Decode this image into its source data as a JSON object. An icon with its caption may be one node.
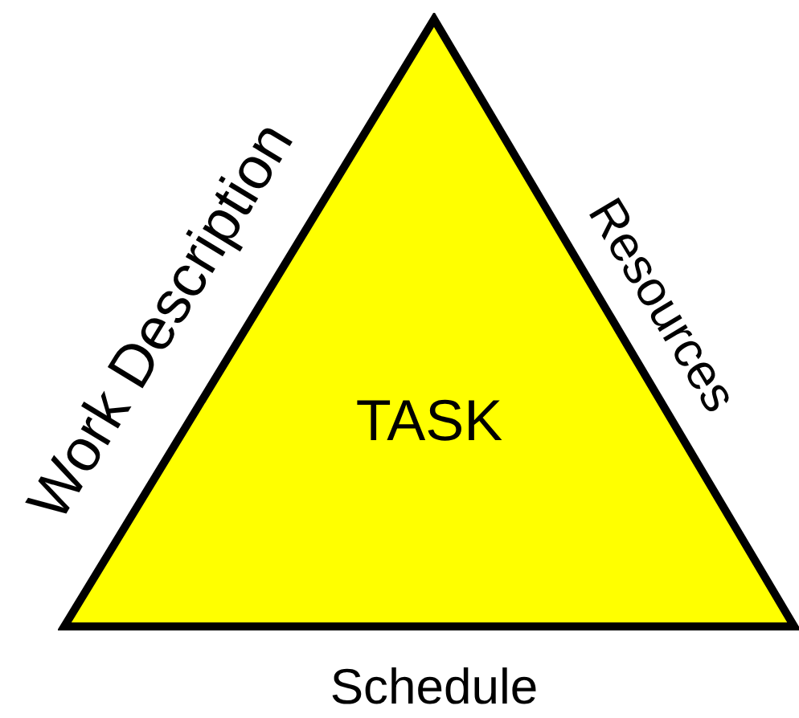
{
  "diagram": {
    "nodes": [
      {
        "text": [
          "TASK"
        ]
      }
    ],
    "labels": [
      "Work Description",
      "Resources",
      "Schedule"
    ]
  }
}
